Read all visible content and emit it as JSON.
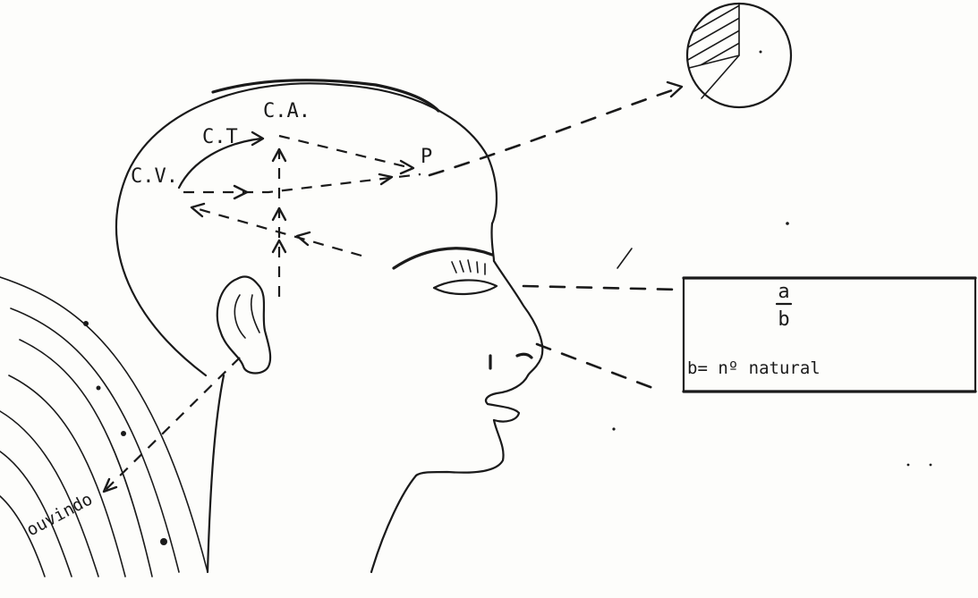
{
  "labels": {
    "cv": "C.V.",
    "ct": "C.T",
    "ca": "C.A.",
    "p": "P",
    "ouvindo": "ouvindo"
  },
  "box": {
    "numerator": "a",
    "denominator": "b",
    "definition": "b= nº  natural"
  },
  "colors": {
    "ink": "#1a1a1a",
    "paper": "#fdfdfb"
  },
  "icons": {
    "head": "head-profile-icon",
    "circle": "fraction-circle-icon",
    "waves": "sound-waves-icon"
  }
}
